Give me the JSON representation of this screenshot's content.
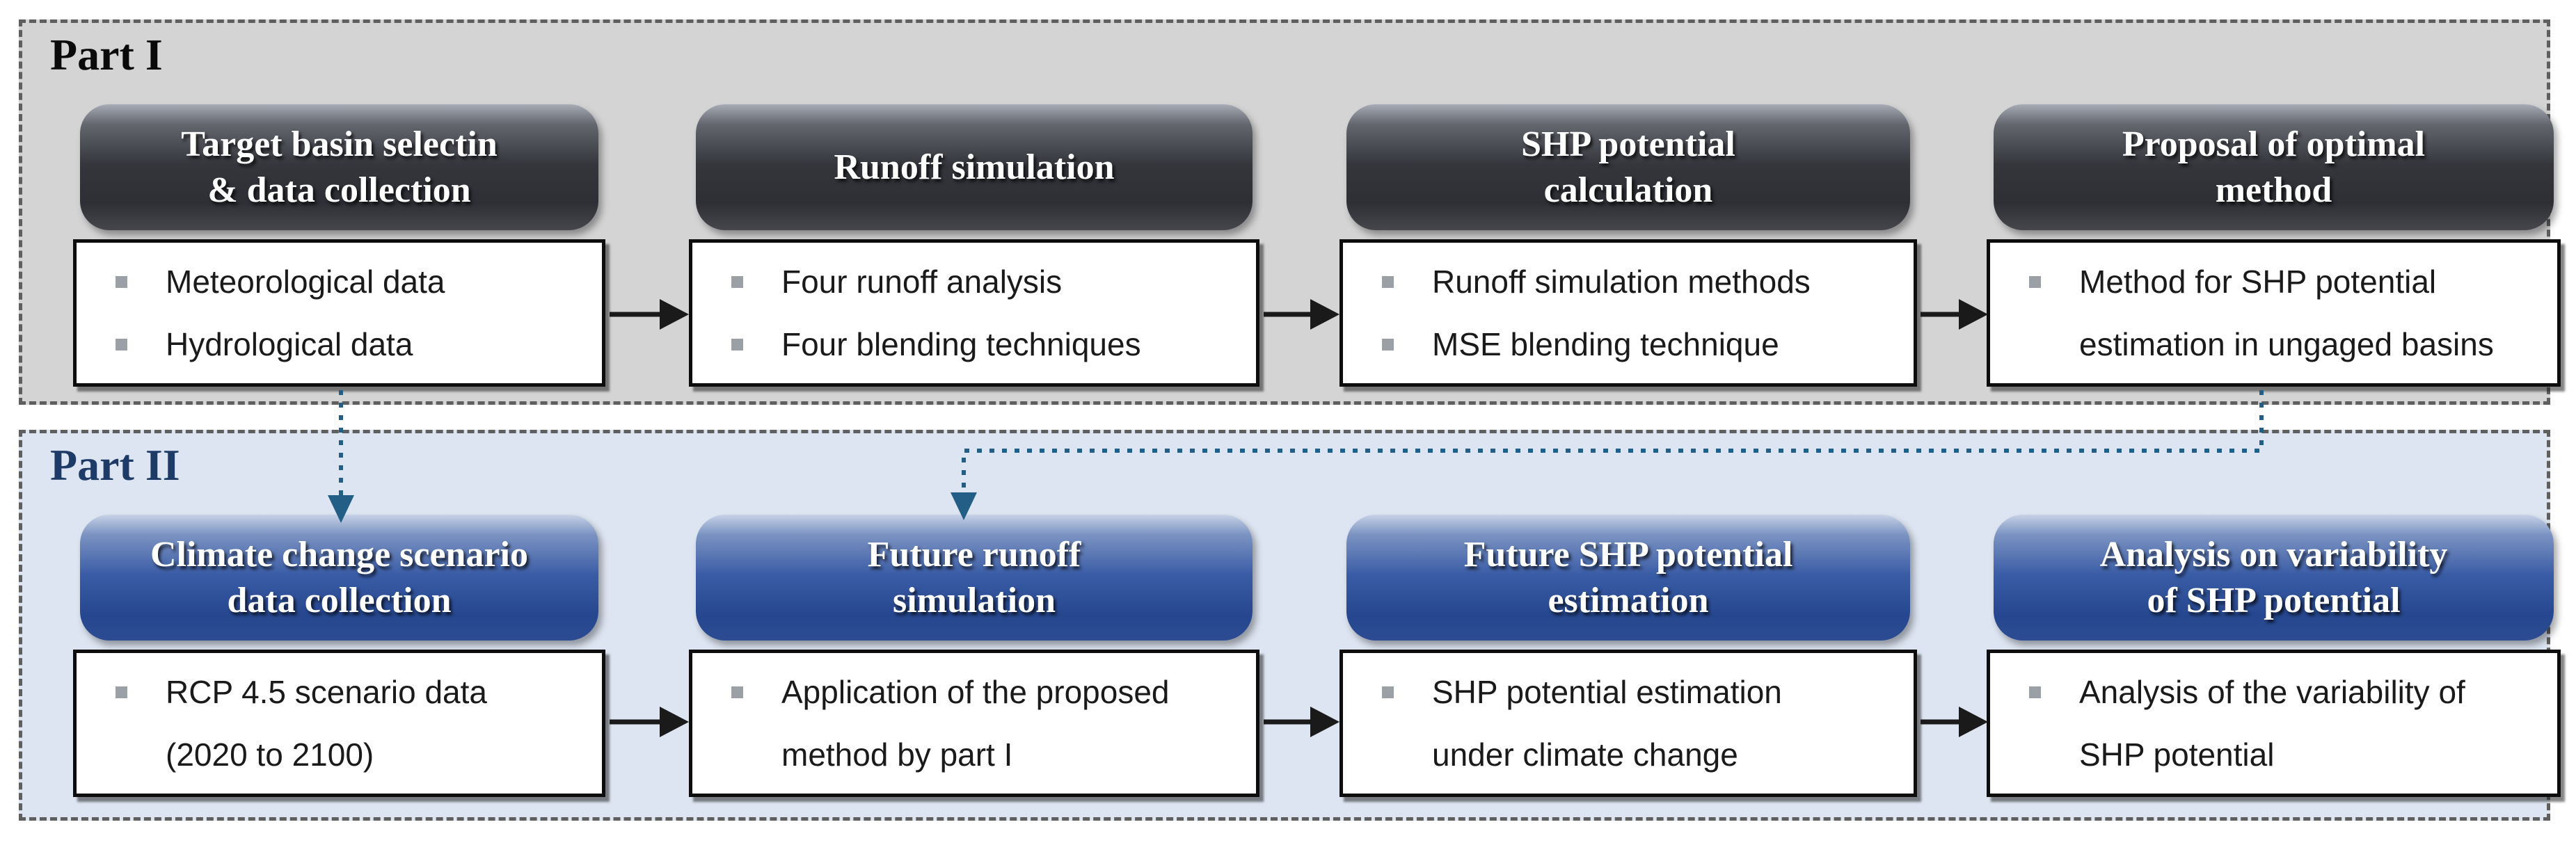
{
  "parts": [
    {
      "label": "Part I",
      "columns": [
        {
          "header_lines": [
            "Target basin selectin",
            "& data collection"
          ],
          "items": [
            {
              "lines": [
                "Meteorological data"
              ]
            },
            {
              "lines": [
                "Hydrological data"
              ]
            }
          ]
        },
        {
          "header_lines": [
            "Runoff simulation"
          ],
          "items": [
            {
              "lines": [
                "Four runoff analysis"
              ]
            },
            {
              "lines": [
                "Four blending techniques"
              ]
            }
          ]
        },
        {
          "header_lines": [
            "SHP potential",
            "calculation"
          ],
          "items": [
            {
              "lines": [
                "Runoff simulation methods"
              ]
            },
            {
              "lines": [
                "MSE blending technique"
              ]
            }
          ]
        },
        {
          "header_lines": [
            "Proposal of optimal",
            "method"
          ],
          "items": [
            {
              "lines": [
                "Method for SHP potential",
                "estimation in ungaged basins"
              ]
            }
          ]
        }
      ]
    },
    {
      "label": "Part II",
      "columns": [
        {
          "header_lines": [
            "Climate change scenario",
            "data collection"
          ],
          "items": [
            {
              "lines": [
                "RCP 4.5 scenario data",
                "(2020 to 2100)"
              ]
            }
          ]
        },
        {
          "header_lines": [
            "Future runoff",
            "simulation"
          ],
          "items": [
            {
              "lines": [
                "Application of the proposed",
                "method by part I"
              ]
            }
          ]
        },
        {
          "header_lines": [
            "Future SHP potential",
            "estimation"
          ],
          "items": [
            {
              "lines": [
                "SHP potential estimation",
                "under climate change"
              ]
            }
          ]
        },
        {
          "header_lines": [
            "Analysis on variability",
            "of SHP potential"
          ],
          "items": [
            {
              "lines": [
                "Analysis of the variability of",
                "SHP potential"
              ]
            }
          ]
        }
      ]
    }
  ],
  "colors": {
    "page_bg": "#ffffff",
    "part1_bg": "#d4d4d4",
    "part2_bg": "#dde5f2",
    "dashed_border": "#5f5f5f",
    "part1_label": "#0a0a0a",
    "part2_label": "#1e3a66",
    "pill_dark_top": "#a6abb5",
    "pill_dark_mid": "#34363c",
    "pill_dark_bottom": "#45474d",
    "pill_blue_top": "#c6d2e6",
    "pill_blue_mid": "#3a5ca6",
    "pill_blue_bottom": "#2c4b92",
    "pill_text": "#ffffff",
    "box_bg": "#ffffff",
    "box_border": "#0d0d0d",
    "body_text": "#1a1a1a",
    "bullet": "#9aa0a6",
    "solid_arrow": "#1a1a1a",
    "dotted_connector": "#235e86"
  }
}
